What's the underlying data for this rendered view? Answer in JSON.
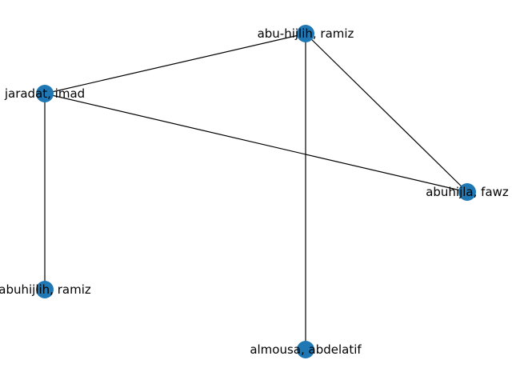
{
  "graph": {
    "node_color": "#1f77b4",
    "edge_color": "#000000",
    "nodes": [
      {
        "id": "abu-hijlih",
        "label": "abu-hijlih, ramiz"
      },
      {
        "id": "jaradat",
        "label": "jaradat, imad"
      },
      {
        "id": "abuhijla",
        "label": "abuhijla, fawz"
      },
      {
        "id": "abuhijlih",
        "label": "abuhijlih, ramiz"
      },
      {
        "id": "almousa",
        "label": "almousa, abdelatif"
      }
    ],
    "edges": [
      {
        "source": "jaradat",
        "target": "abu-hijlih"
      },
      {
        "source": "abu-hijlih",
        "target": "abuhijla"
      },
      {
        "source": "abu-hijlih",
        "target": "almousa"
      },
      {
        "source": "jaradat",
        "target": "abuhijla"
      },
      {
        "source": "jaradat",
        "target": "abuhijlih"
      }
    ]
  }
}
